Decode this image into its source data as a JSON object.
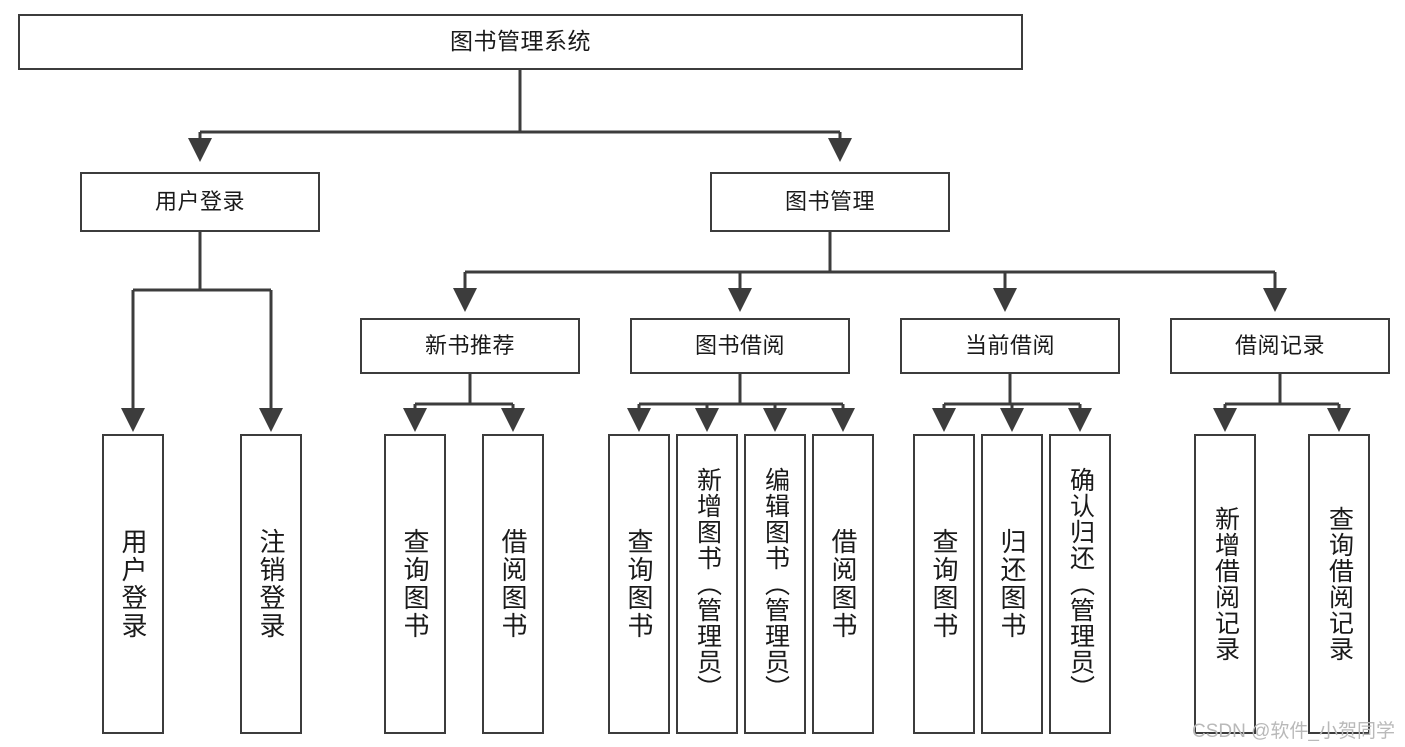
{
  "diagram": {
    "title": "图书管理系统",
    "type": "tree",
    "colors": {
      "stroke": "#3c3c3c",
      "fill": "#ffffff",
      "text": "#1a1a1a",
      "watermark": "#b9b9b9"
    },
    "root": {
      "label": "图书管理系统"
    },
    "level2": [
      {
        "label": "用户登录"
      },
      {
        "label": "图书管理"
      }
    ],
    "level3": [
      {
        "label": "新书推荐"
      },
      {
        "label": "图书借阅"
      },
      {
        "label": "当前借阅"
      },
      {
        "label": "借阅记录"
      }
    ],
    "leaves": {
      "user_login": [
        {
          "label": "用户登录"
        },
        {
          "label": "注销登录"
        }
      ],
      "new_book": [
        {
          "label": "查询图书"
        },
        {
          "label": "借阅图书"
        }
      ],
      "book_borrow": [
        {
          "label": "查询图书"
        },
        {
          "label": "新增图书（管理员）"
        },
        {
          "label": "编辑图书（管理员）"
        },
        {
          "label": "借阅图书"
        }
      ],
      "current_borrow": [
        {
          "label": "查询图书"
        },
        {
          "label": "归还图书"
        },
        {
          "label": "确认归还（管理员）"
        }
      ],
      "borrow_record": [
        {
          "label": "新增借阅记录"
        },
        {
          "label": "查询借阅记录"
        }
      ]
    }
  },
  "watermark": {
    "text": "CSDN @软件_小贺同学"
  }
}
